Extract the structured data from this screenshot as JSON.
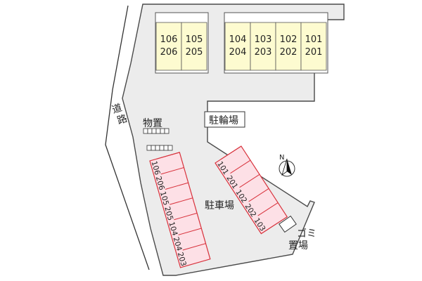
{
  "colors": {
    "lot": "#ececec",
    "lot_stroke": "#4a4a4a",
    "building": "#fdfbd0",
    "parking_fill": "#fde0e6",
    "parking_stroke": "#d8323c",
    "line": "#333333"
  },
  "buildings": {
    "left_units": [
      {
        "top": "106",
        "bottom": "206"
      },
      {
        "top": "105",
        "bottom": "205"
      }
    ],
    "right_units": [
      {
        "top": "104",
        "bottom": "204"
      },
      {
        "top": "103",
        "bottom": "203"
      },
      {
        "top": "102",
        "bottom": "202"
      },
      {
        "top": "101",
        "bottom": "201"
      }
    ]
  },
  "labels": {
    "road": "道路",
    "storage": "物置",
    "bicycle_parking": "駐輪場",
    "parking": "駐車場",
    "garbage_line1": "ゴミ",
    "garbage_line2": "置場",
    "north": "N"
  },
  "parking_left": [
    "106",
    "206",
    "105",
    "205",
    "104",
    "204",
    "203"
  ],
  "parking_right": [
    "101",
    "201",
    "102",
    "202",
    "103"
  ]
}
